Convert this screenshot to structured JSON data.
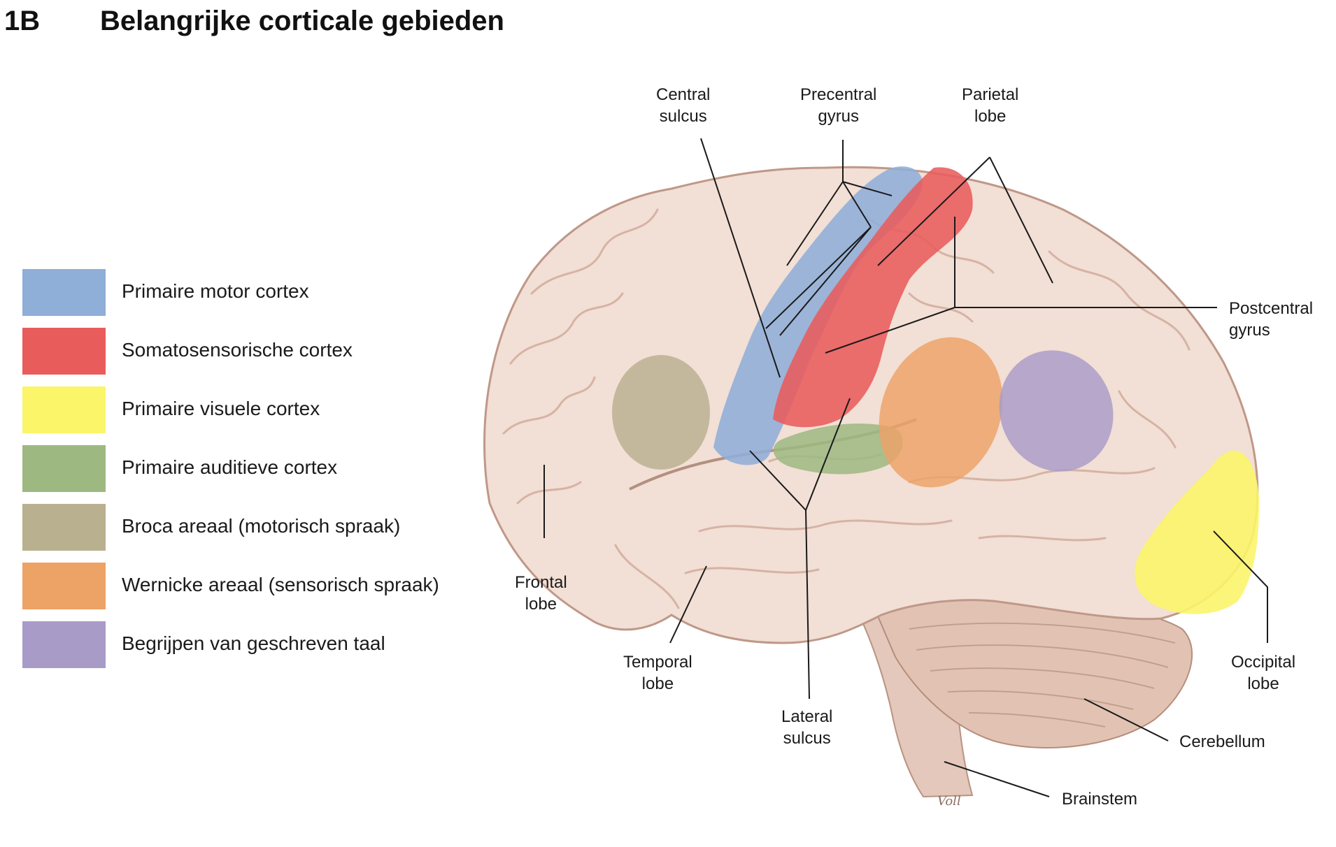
{
  "heading": {
    "number": "1B",
    "title": "Belangrijke corticale gebieden"
  },
  "legend": [
    {
      "label": "Primaire motor cortex",
      "color": "#8faed8"
    },
    {
      "label": "Somatosensorische cortex",
      "color": "#e85c5c"
    },
    {
      "label": "Primaire visuele cortex",
      "color": "#fbf56a"
    },
    {
      "label": "Primaire auditieve cortex",
      "color": "#9db981"
    },
    {
      "label": "Broca areaal (motorisch spraak)",
      "color": "#b8b08f"
    },
    {
      "label": "Wernicke areaal (sensorisch spraak)",
      "color": "#eda266"
    },
    {
      "label": "Begrijpen van geschreven taal",
      "color": "#a89bc8"
    }
  ],
  "labels": {
    "central_sulcus": [
      "Central",
      "sulcus"
    ],
    "precentral_gyrus": [
      "Precentral",
      "gyrus"
    ],
    "parietal_lobe": [
      "Parietal",
      "lobe"
    ],
    "postcentral_gyrus": [
      "Postcentral",
      "gyrus"
    ],
    "frontal_lobe": [
      "Frontal",
      "lobe"
    ],
    "temporal_lobe": [
      "Temporal",
      "lobe"
    ],
    "lateral_sulcus": [
      "Lateral",
      "sulcus"
    ],
    "occipital_lobe": [
      "Occipital",
      "lobe"
    ],
    "cerebellum": "Cerebellum",
    "brainstem": "Brainstem"
  },
  "signature": "Voll"
}
